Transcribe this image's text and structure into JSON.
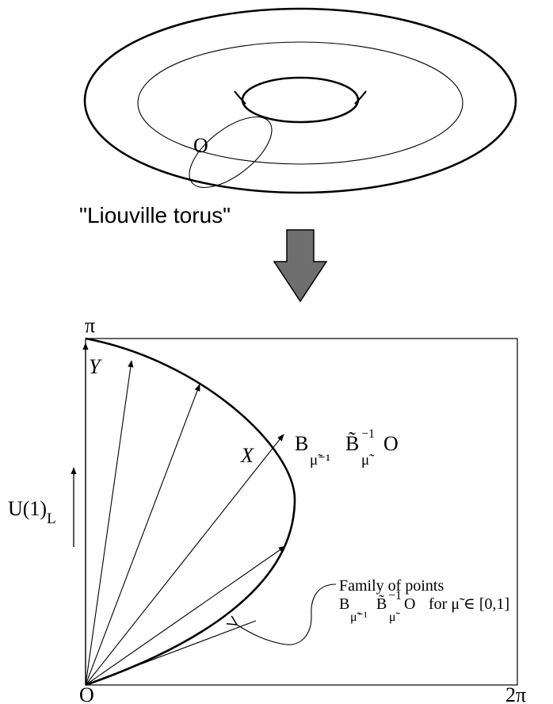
{
  "torus": {
    "caption": "\"Liouville torus\"",
    "point_label": "O"
  },
  "plot": {
    "top_label": "π",
    "origin_label": "O",
    "right_label": "2π",
    "side_label": "U(1)",
    "side_label_sub": "L",
    "vector_y_label": "Y",
    "vector_x_label": "X",
    "curve_label": {
      "b": "B",
      "sub": "μ̃⁻¹",
      "bt": "B̃",
      "sup": "−1",
      "sub2": "μ̃",
      "o": "O"
    },
    "annotation": {
      "line1": "Family of points",
      "b": "B",
      "sub": "μ̃⁻¹",
      "bt": "B̃",
      "sup": "−1",
      "sub2": "μ̃",
      "o": "O",
      "rest": "for μ̃ ∈ [0,1]"
    }
  },
  "colors": {
    "ink": "#000000",
    "arrow_fill": "#6e6e6e",
    "background": "#ffffff"
  }
}
